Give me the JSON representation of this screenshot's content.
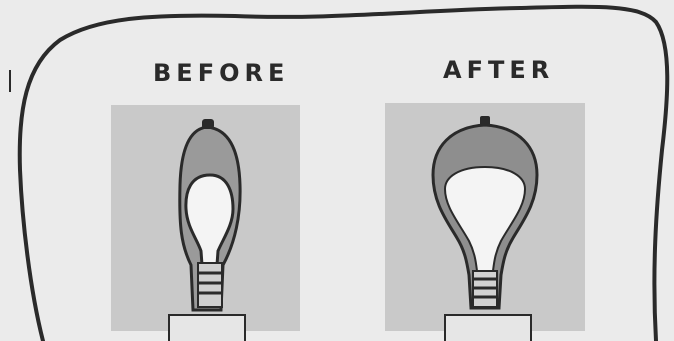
{
  "labels": {
    "before": "BEFORE",
    "after": "AFTER"
  },
  "colors": {
    "background": "#ebebeb",
    "panel": "#c9c9c9",
    "ink": "#2a2a2a",
    "glass": "#f4f4f4"
  },
  "icons": [
    "decorative-border",
    "bulb-before-icon",
    "bulb-after-icon"
  ]
}
